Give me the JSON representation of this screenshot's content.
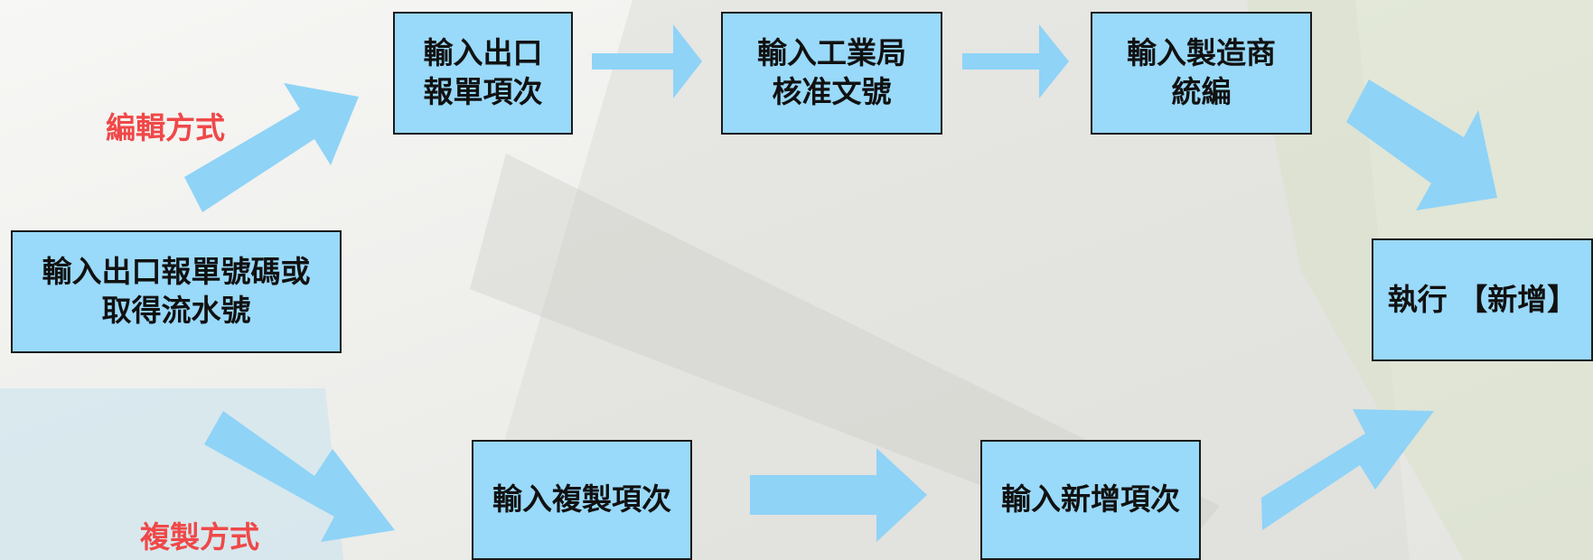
{
  "colors": {
    "box_fill": "#99d9f9",
    "box_border": "#1a1a1a",
    "arrow": "#8fd3f7",
    "label": "#f04848"
  },
  "start": {
    "text": "輸入出口報單號碼或\n取得流水號"
  },
  "edit_method": {
    "label": "編輯方式",
    "steps": [
      {
        "text": "輸入出口\n報單項次"
      },
      {
        "text": "輸入工業局\n核准文號"
      },
      {
        "text": "輸入製造商\n統編"
      }
    ]
  },
  "copy_method": {
    "label": "複製方式",
    "steps": [
      {
        "text": "輸入複製項次"
      },
      {
        "text": "輸入新增項次"
      }
    ]
  },
  "end": {
    "text": "執行 【新增】"
  }
}
